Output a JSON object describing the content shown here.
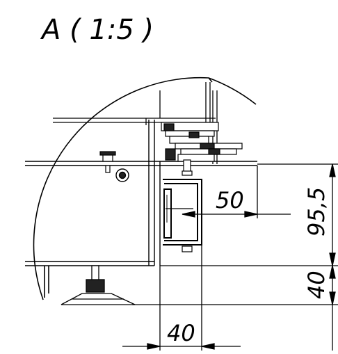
{
  "detail_view": {
    "title": "A ( 1:5 )"
  },
  "dimensions": {
    "horizontal_offset": "50",
    "vertical_height": "95,5",
    "vertical_base": "40",
    "horizontal_width": "40"
  }
}
